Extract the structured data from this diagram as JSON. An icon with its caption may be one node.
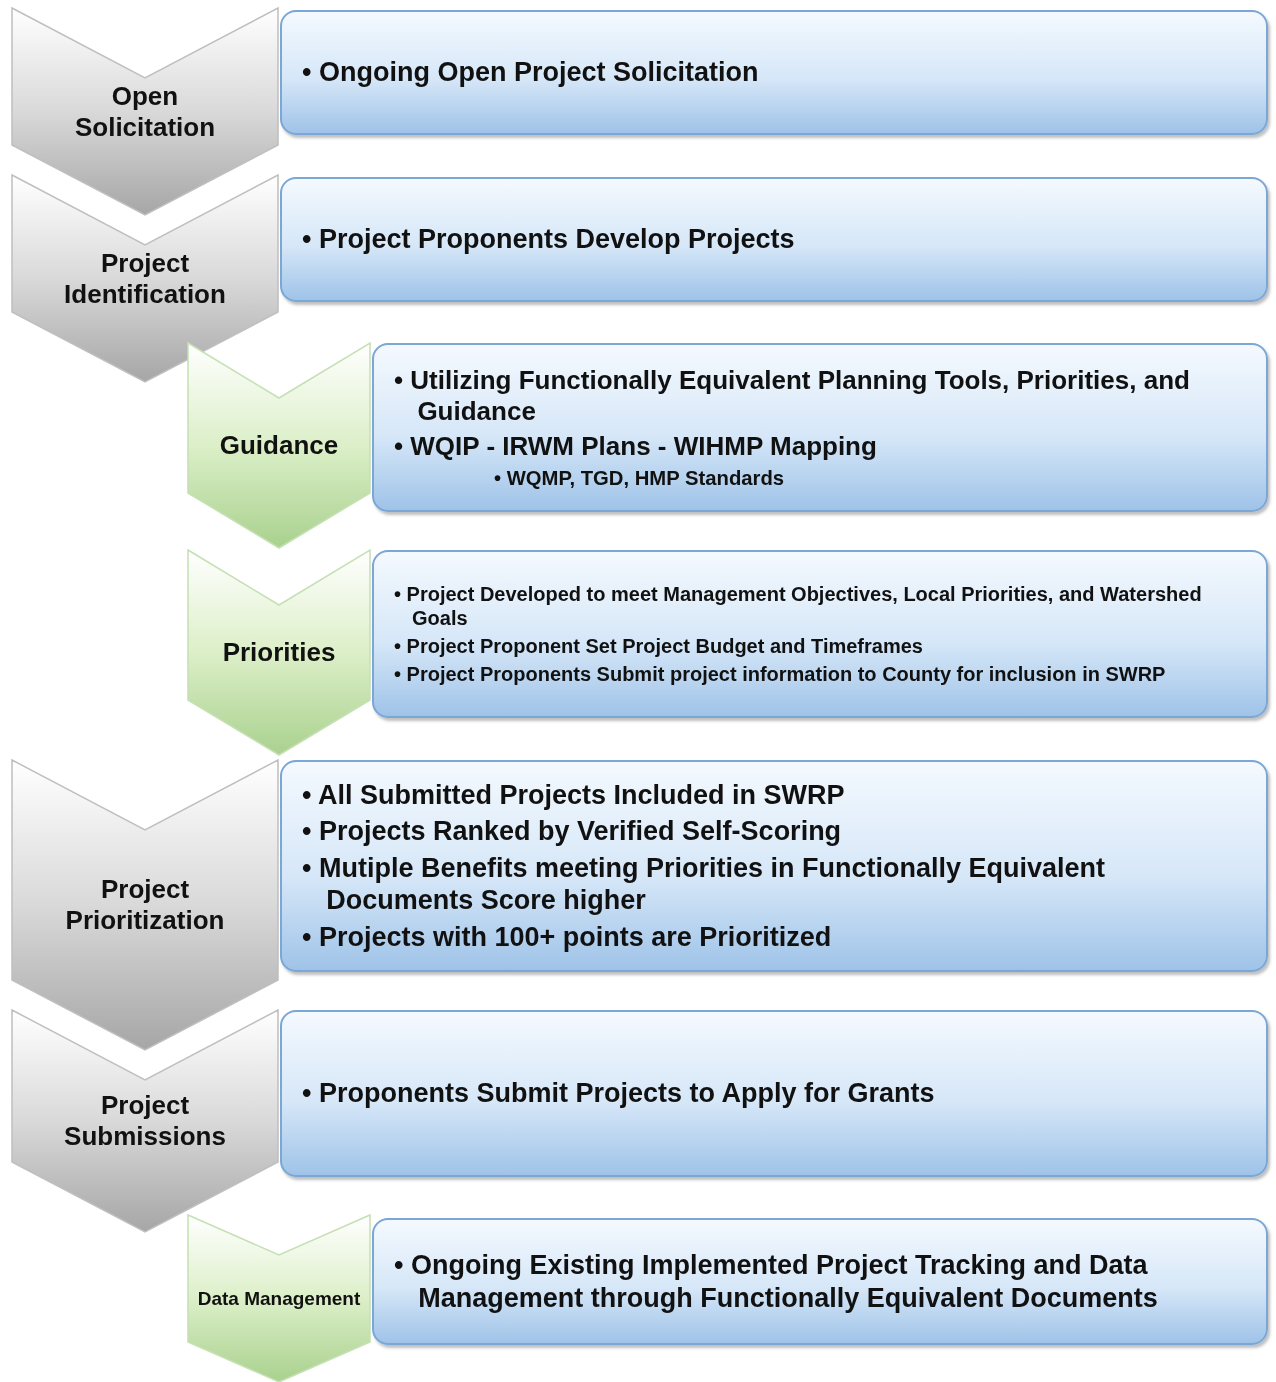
{
  "diagram": {
    "nodes": [
      {
        "text": [
          "Open Solicitation"
        ]
      },
      {
        "text": [
          "• Ongoing Open Project Solicitation"
        ]
      },
      {
        "text": [
          "Project Identification"
        ]
      },
      {
        "text": [
          "• Project Proponents Develop Projects"
        ]
      },
      {
        "text": [
          "Guidance"
        ]
      },
      {
        "text": [
          "• Utilizing Functionally Equivalent Planning Tools, Priorities, and Guidance",
          "• WQIP - IRWM Plans - WIHMP Mapping",
          "• WQMP, TGD, HMP Standards"
        ]
      },
      {
        "text": [
          "Priorities"
        ]
      },
      {
        "text": [
          "• Project Developed to meet Management Objectives, Local Priorities, and Watershed Goals",
          "• Project Proponent Set Project Budget and Timeframes",
          "• Project Proponents Submit project information to County for inclusion in SWRP"
        ]
      },
      {
        "text": [
          "Project Prioritization"
        ]
      },
      {
        "text": [
          "• All Submitted Projects Included in SWRP",
          "• Projects Ranked by Verified Self-Scoring",
          "• Mutiple Benefits meeting Priorities in Functionally Equivalent Documents Score higher",
          "• Projects with 100+ points are Prioritized"
        ]
      },
      {
        "text": [
          "Project Submissions"
        ]
      },
      {
        "text": [
          "• Proponents Submit Projects to Apply for Grants"
        ]
      },
      {
        "text": [
          "Data Management"
        ]
      },
      {
        "text": [
          "• Ongoing Existing Implemented Project Tracking and Data Management through Functionally Equivalent Documents"
        ]
      }
    ]
  }
}
